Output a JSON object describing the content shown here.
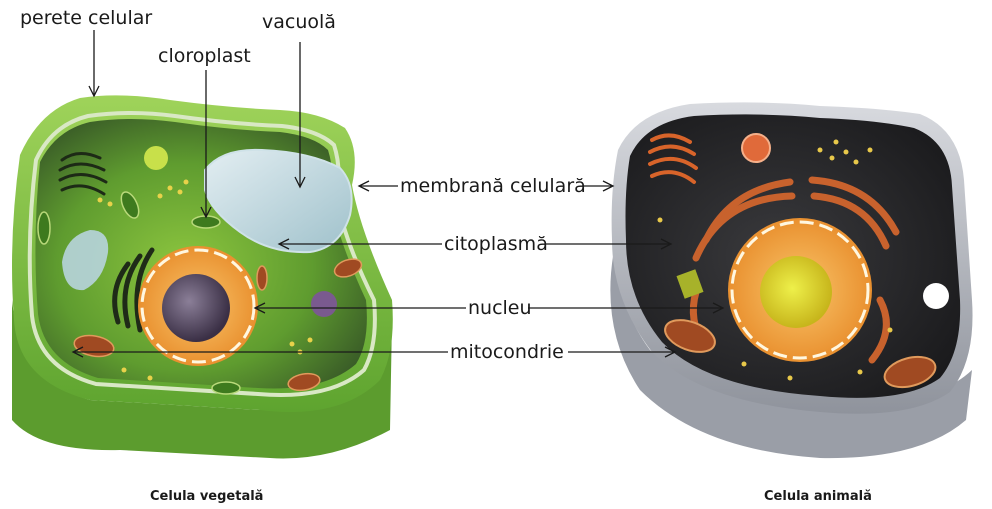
{
  "labels": {
    "cell_wall": "perete celular",
    "vacuole": "vacuolă",
    "chloroplast": "cloroplast",
    "membrane": "membrană celulară",
    "cytoplasm": "citoplasmă",
    "nucleus": "nucleu",
    "mitochondrion": "mitocondrie"
  },
  "captions": {
    "plant_cell": "Celula vegetală",
    "animal_cell": "Celula animală"
  },
  "colors": {
    "plant_wall": "#7cc24a",
    "plant_cytoplasm": "#5a9a2e",
    "animal_membrane": "#b9bcc4",
    "animal_cytoplasm": "#2a2a2c",
    "nucleus_envelope": "#f2a64a",
    "animal_nucleolus": "#d9d21e",
    "plant_nucleolus": "#4a3f58",
    "organelle_orange": "#c8622d"
  }
}
